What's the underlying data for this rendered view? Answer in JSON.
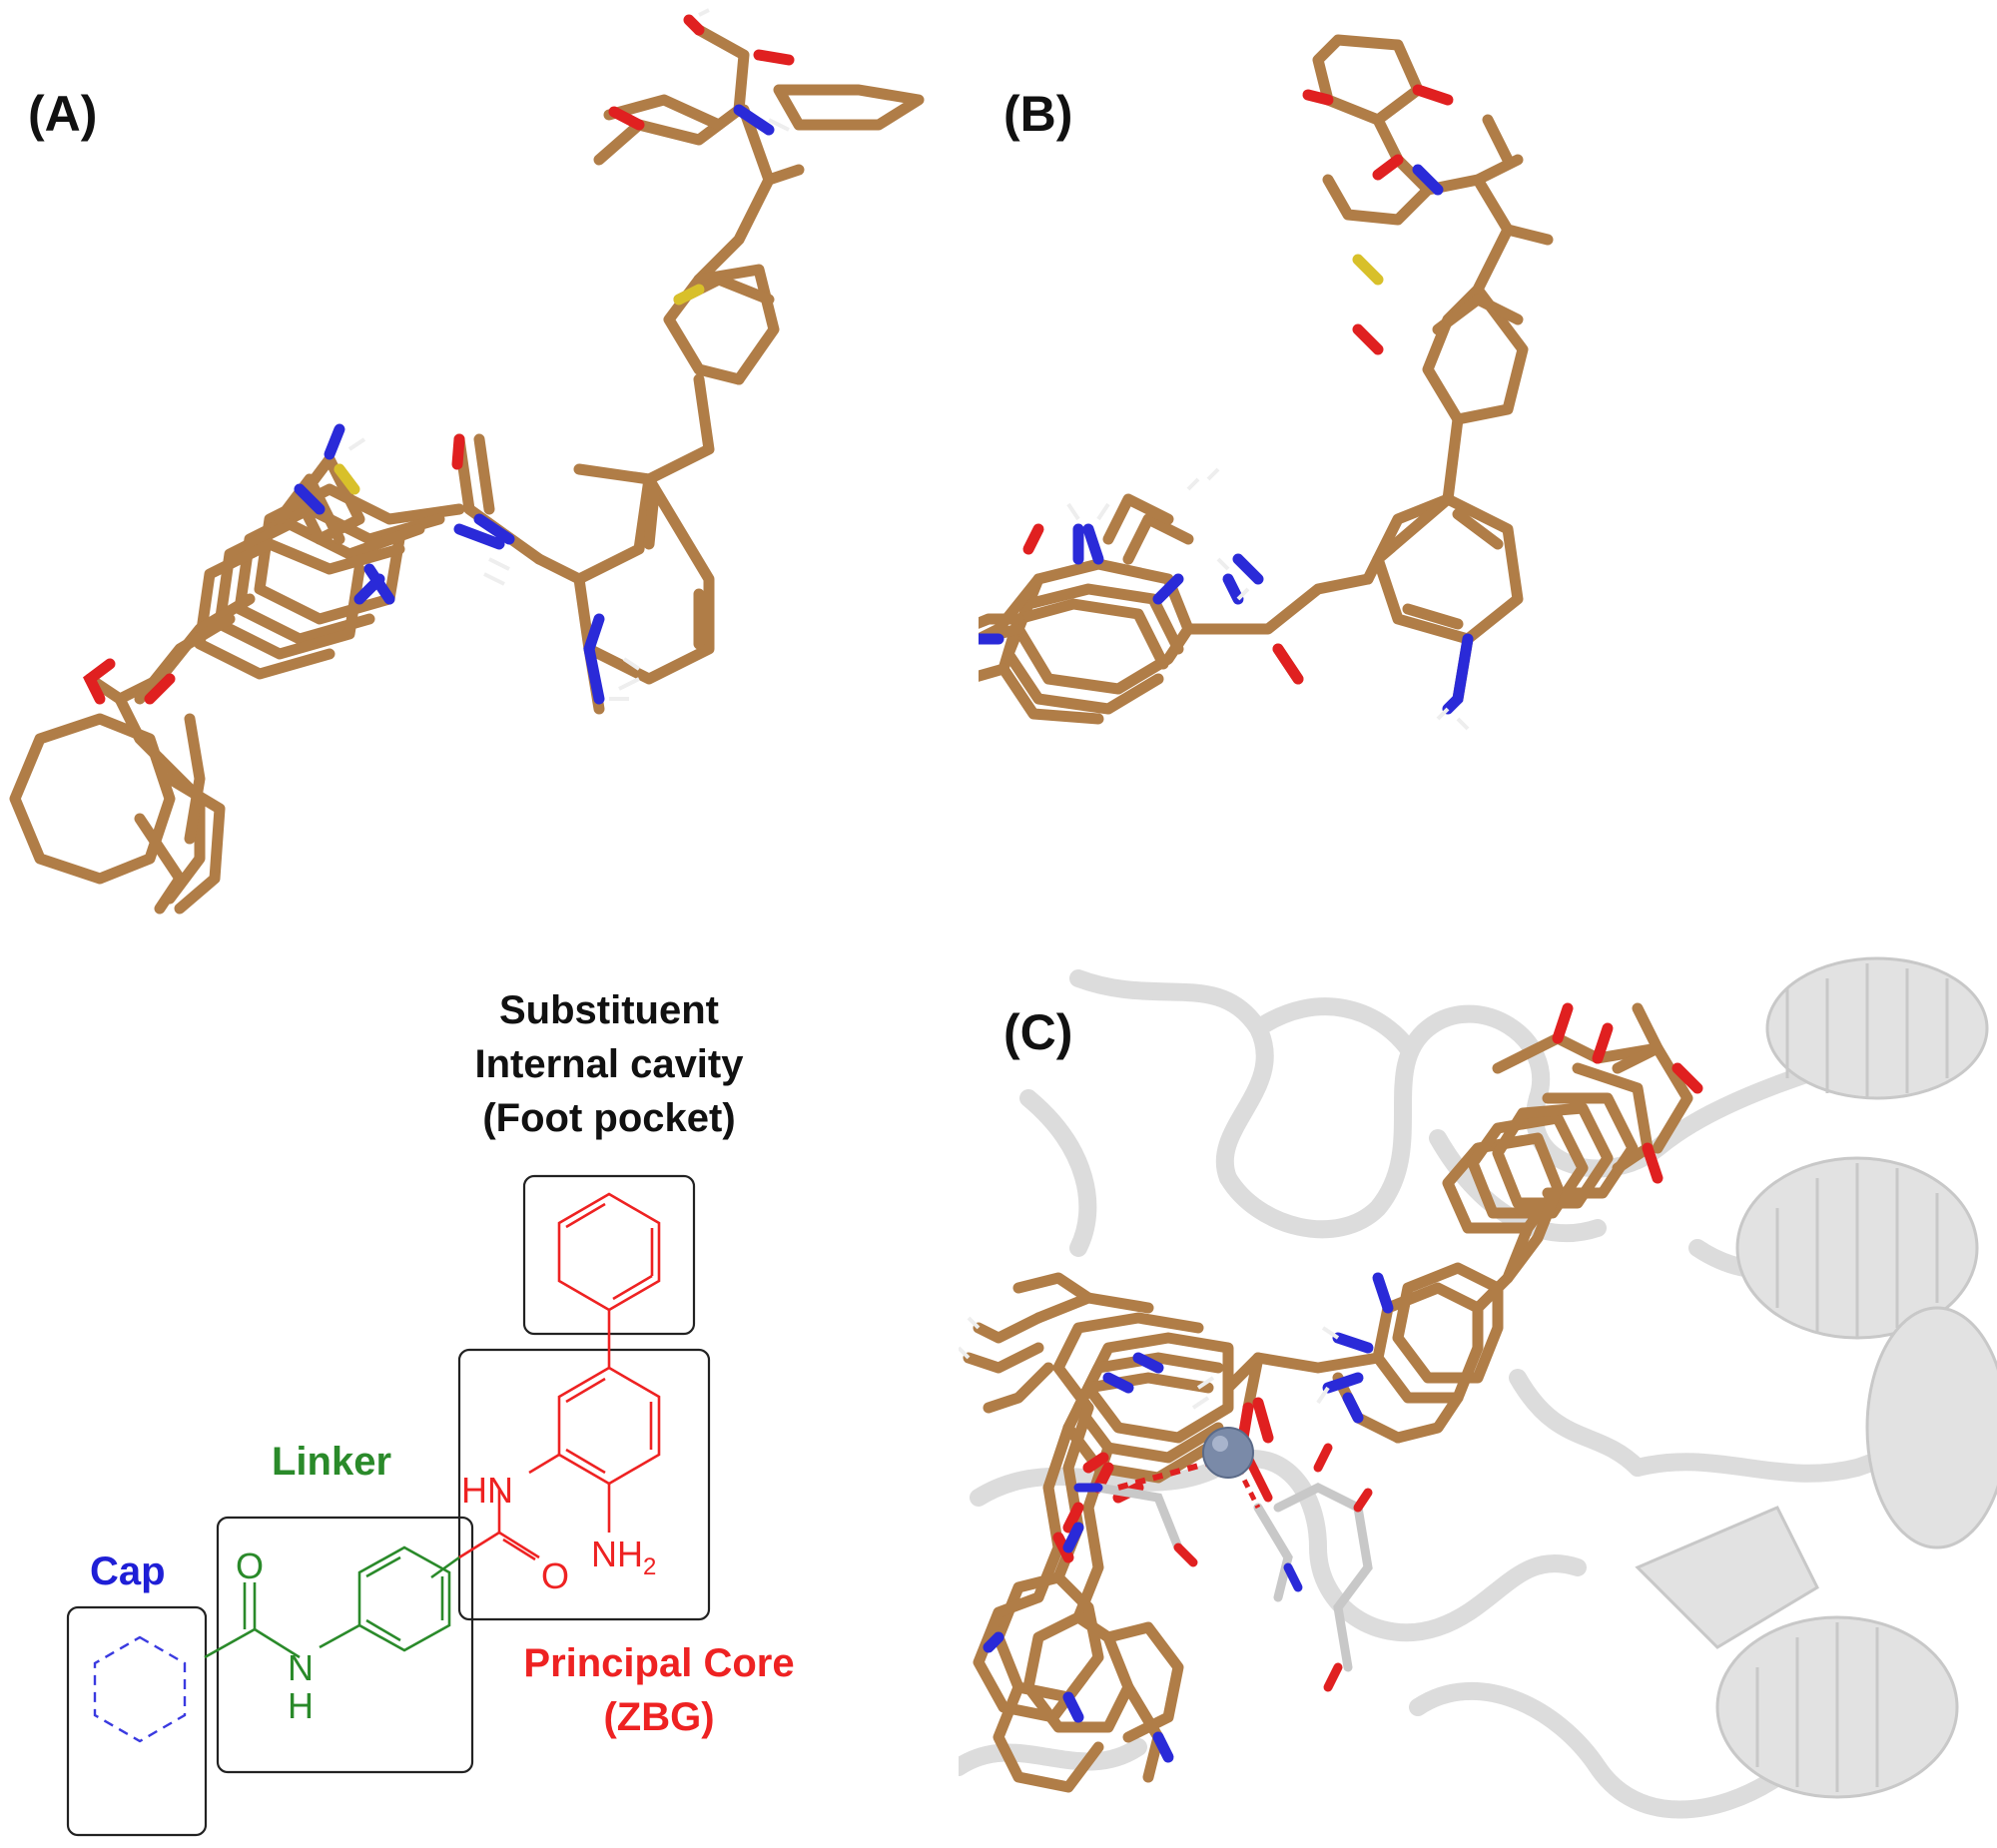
{
  "panels": {
    "a": {
      "label": "(A)"
    },
    "b": {
      "label": "(B)"
    },
    "c": {
      "label": "(C)"
    }
  },
  "scheme": {
    "substituent": {
      "lines": [
        "Substituent",
        "Internal cavity",
        "(Foot pocket)"
      ],
      "color": "#111111"
    },
    "linker": {
      "label": "Linker",
      "color": "#2a8a2a"
    },
    "cap": {
      "label": "Cap",
      "color": "#1f1fd6"
    },
    "core": {
      "lines": [
        "Principal Core",
        "(ZBG)"
      ],
      "color": "#ee2222"
    },
    "atoms": {
      "hn_core": "HN",
      "nh2_base": "NH",
      "nh2_sub": "2",
      "o_core": "O",
      "o_linker": "O",
      "nh_linker_n": "N",
      "nh_linker_h": "H"
    }
  },
  "colors": {
    "carbon": "#b07d47",
    "nitrogen": "#2a2ad8",
    "oxygen": "#e02020",
    "sulfur": "#d8c02a",
    "protein": "#dcdcdc",
    "zinc": "#7a8aa8"
  }
}
